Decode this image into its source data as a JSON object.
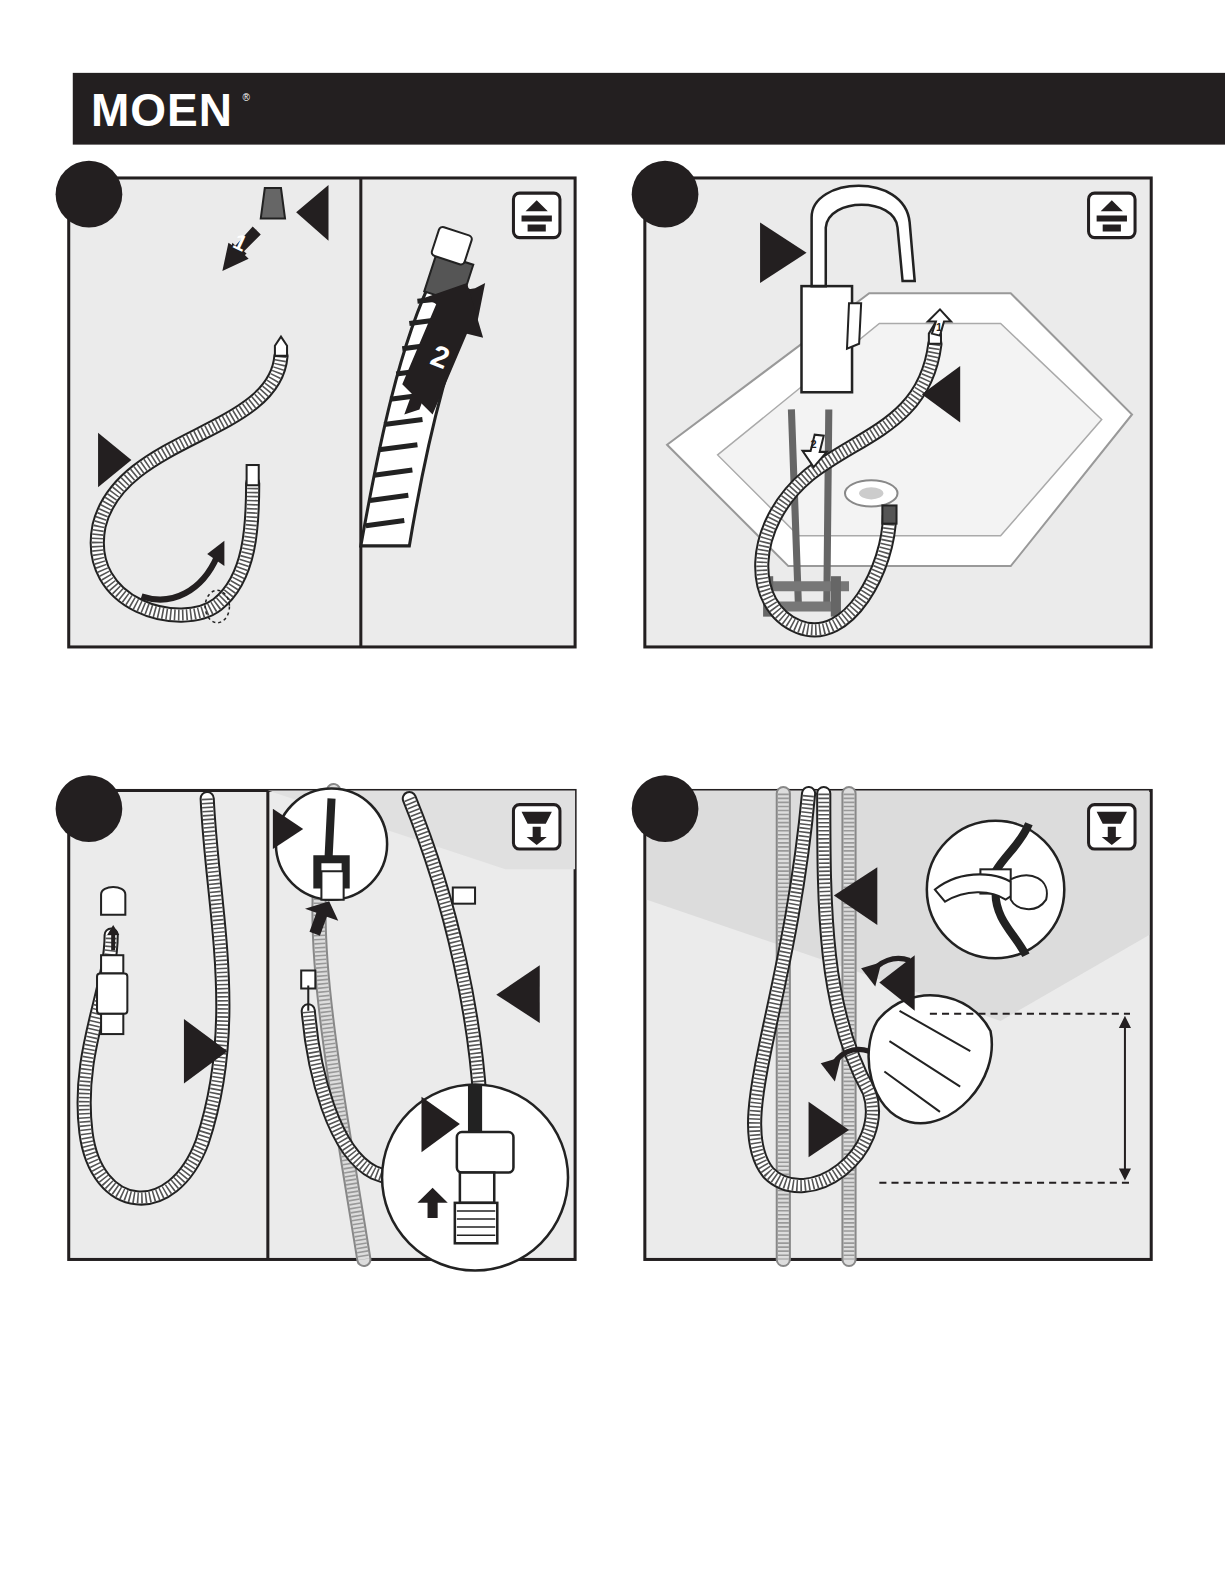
{
  "diagram": {
    "title": "MOEN",
    "labels": [
      "®",
      "1",
      "2",
      "1",
      "2"
    ]
  }
}
